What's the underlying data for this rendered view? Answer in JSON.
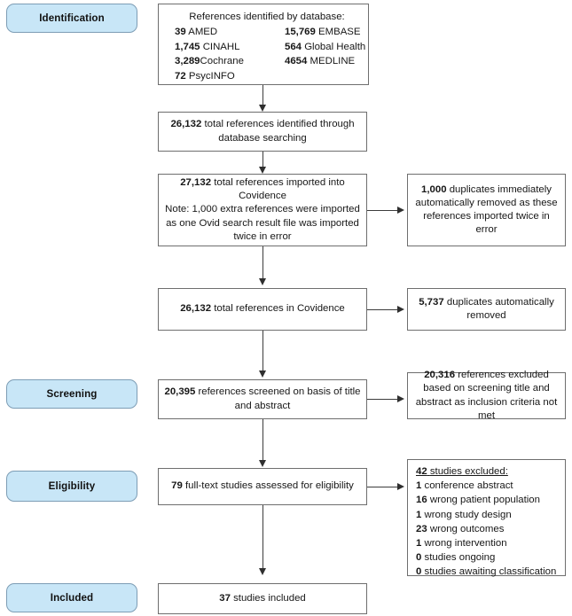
{
  "diagram": {
    "title": "PRISMA study selection flow diagram",
    "stage_labels": [
      {
        "id": "identification",
        "text": "Identification"
      },
      {
        "id": "screening",
        "text": "Screening"
      },
      {
        "id": "eligibility",
        "text": "Eligibility"
      },
      {
        "id": "included",
        "text": "Included"
      }
    ],
    "colors": {
      "stage_fill": "#c8e6f7",
      "stage_border": "#7d9db5",
      "box_border": "#6e6e6e",
      "arrow": "#2f2f2f",
      "text": "#171717"
    },
    "databases_box": {
      "title": "References identified by database:",
      "entries": [
        {
          "count": "39",
          "name": "AMED"
        },
        {
          "count": "15,769",
          "name": "EMBASE"
        },
        {
          "count": "1,745",
          "name": "CINAHL"
        },
        {
          "count": "564",
          "name": "Global Health"
        },
        {
          "count": "3,289",
          "name": "Cochrane"
        },
        {
          "count": "4654",
          "name": "MEDLINE"
        },
        {
          "count": "72",
          "name": "PsycINFO"
        }
      ]
    },
    "identified_box": {
      "count": "26,132",
      "text": "total references identified through database searching"
    },
    "imported_box": {
      "count": "27,132",
      "line1": "total references imported into Covidence",
      "line2": "Note: 1,000 extra references were imported as one Ovid search result file was imported twice in error"
    },
    "duplicates_immediate_box": {
      "count": "1,000",
      "text": "duplicates immediately automatically removed as these references imported twice in error"
    },
    "covidence_total_box": {
      "count": "26,132",
      "text": "total references in Covidence"
    },
    "duplicates_auto_box": {
      "count": "5,737",
      "text": "duplicates automatically removed"
    },
    "screened_box": {
      "count": "20,395",
      "text": "references screened on basis of title and abstract"
    },
    "screen_excluded_box": {
      "count": "20,316",
      "text": "references excluded based on screening title and abstract as inclusion criteria not met"
    },
    "fulltext_box": {
      "count": "79",
      "text": "full-text studies assessed for eligibility"
    },
    "excluded_box": {
      "heading_count": "42",
      "heading_text": "studies excluded:",
      "reasons": [
        {
          "count": "1",
          "text": "conference abstract"
        },
        {
          "count": "16",
          "text": "wrong patient population"
        },
        {
          "count": "1",
          "text": "wrong study design"
        },
        {
          "count": "23",
          "text": "wrong outcomes"
        },
        {
          "count": "1",
          "text": "wrong intervention"
        },
        {
          "count": "0",
          "text": "studies ongoing"
        },
        {
          "count": "0",
          "text": "studies awaiting classification"
        }
      ]
    },
    "included_box": {
      "count": "37",
      "text": "studies included"
    }
  }
}
